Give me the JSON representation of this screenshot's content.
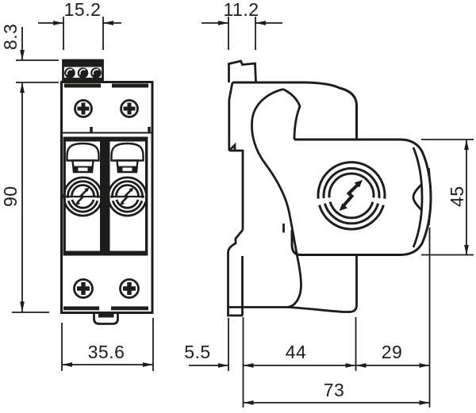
{
  "drawing": {
    "kind": "technical-dimension-drawing",
    "line_color": "#1d1d1b",
    "background_color": "#ffffff",
    "front_view": {
      "dims": {
        "terminal_width": "15.2",
        "terminal_height": "8.3",
        "body_height": "90",
        "body_width": "35.6"
      }
    },
    "side_view": {
      "dims": {
        "top_width": "11.2",
        "module_height": "45",
        "rear_depth": "5.5",
        "mid_depth": "44",
        "front_depth": "29",
        "total_depth": "73"
      }
    }
  }
}
